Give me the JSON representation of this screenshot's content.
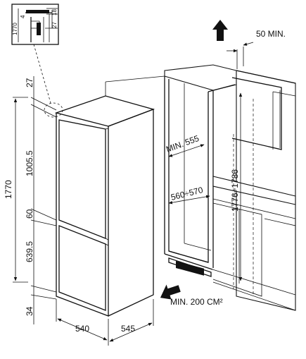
{
  "inset": {
    "dims": {
      "a": "1770",
      "b": "4",
      "c": "27",
      "d": "18"
    }
  },
  "fridge": {
    "dims": {
      "top_gap": "27",
      "upper_door": "1005.5",
      "total_height": "1770",
      "door_gap": "60",
      "lower_door": "639.5",
      "base": "34",
      "width": "540",
      "depth": "545"
    }
  },
  "niche": {
    "dims": {
      "vent": "50 MIN.",
      "min_depth": "MIN. 555",
      "width_range": "560÷570",
      "height_range": "1776÷1786",
      "base_vent": "MIN. 200 CM²"
    }
  }
}
